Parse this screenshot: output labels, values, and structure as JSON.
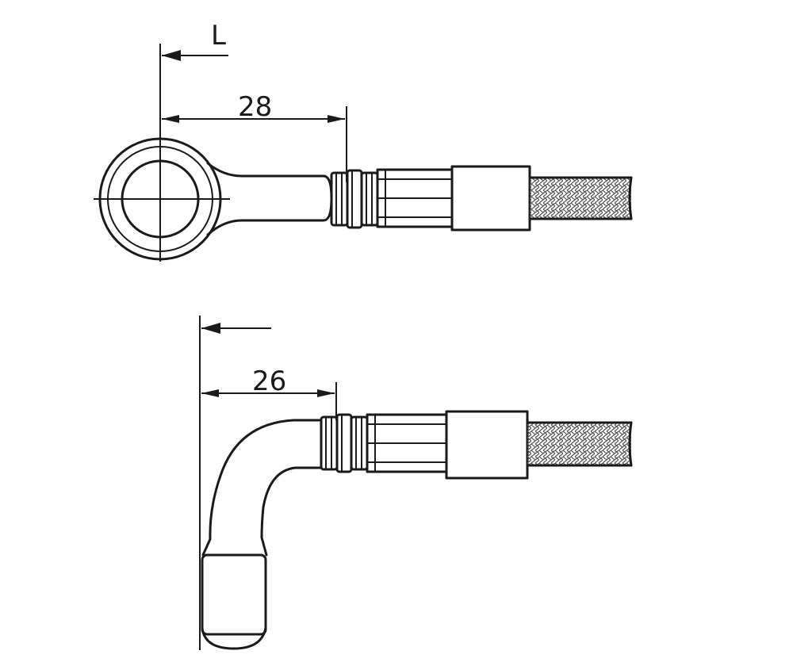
{
  "top_fitting": {
    "offset_label": "L",
    "length_label": "28"
  },
  "bottom_fitting": {
    "length_label": "26"
  },
  "colors": {
    "line": "#1a1a1a",
    "background": "#ffffff"
  }
}
